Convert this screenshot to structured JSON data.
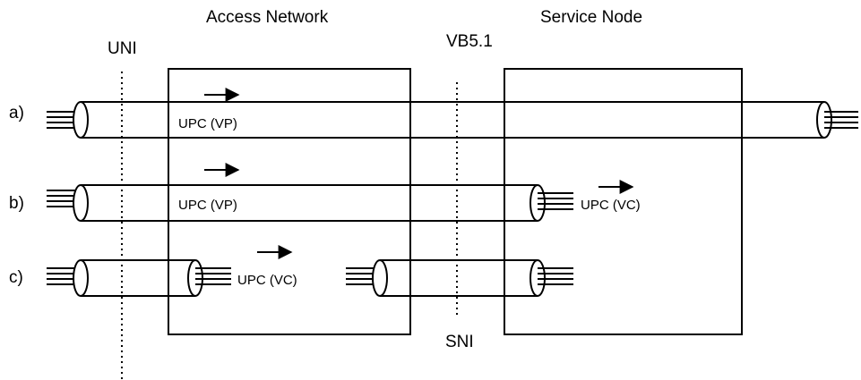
{
  "labels": {
    "access_network": "Access Network",
    "service_node": "Service Node",
    "uni": "UNI",
    "vb51": "VB5.1",
    "sni": "SNI"
  },
  "rows": [
    {
      "tag": "a)",
      "upc": "UPC (VP)"
    },
    {
      "tag": "b)",
      "upc_left": "UPC (VP)",
      "upc_right": "UPC (VC)"
    },
    {
      "tag": "c)",
      "upc": "UPC (VC)"
    }
  ]
}
